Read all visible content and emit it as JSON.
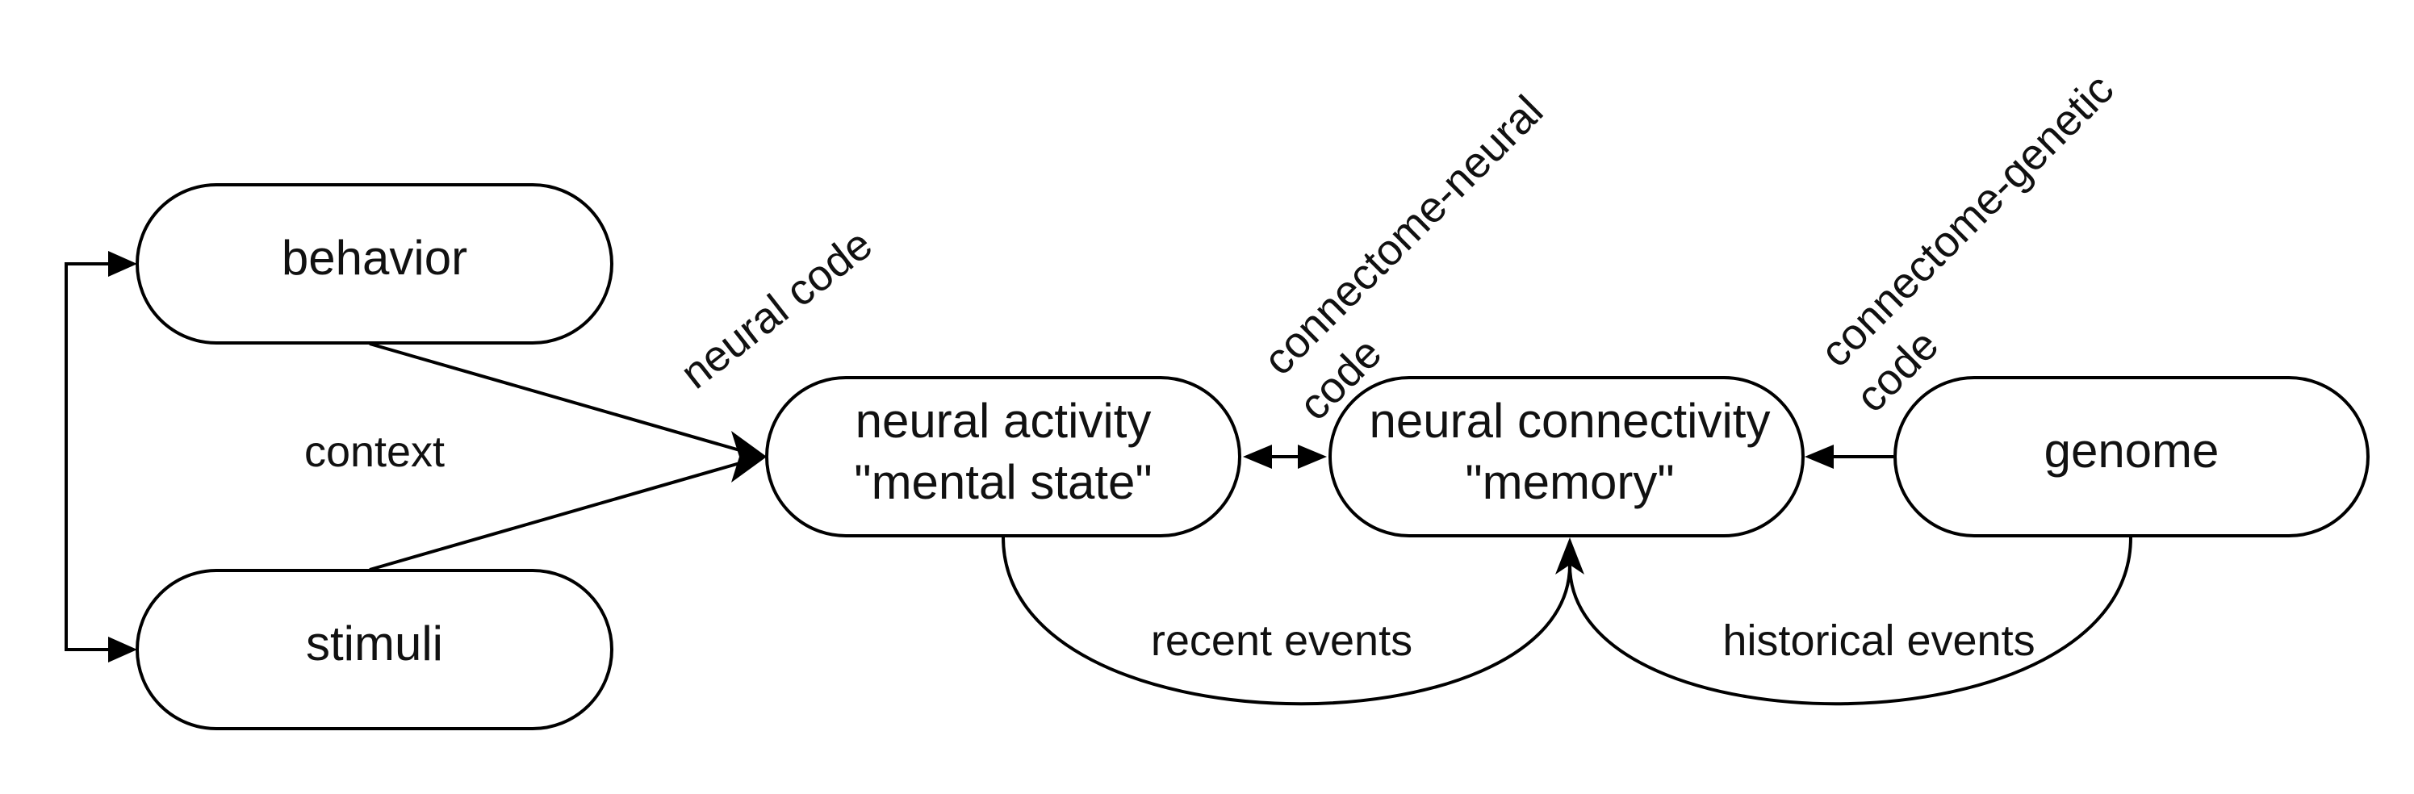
{
  "nodes": {
    "behavior": {
      "label": "behavior"
    },
    "stimuli": {
      "label": "stimuli"
    },
    "neural_activity": {
      "line1": "neural activity",
      "line2": "\"mental state\""
    },
    "neural_connectivity": {
      "line1": "neural connectivity",
      "line2": "\"memory\""
    },
    "genome": {
      "label": "genome"
    }
  },
  "edges": {
    "context": "context",
    "neural_code": "neural code",
    "connectome_neural": {
      "line1": "connectome-neural",
      "line2": "code"
    },
    "connectome_genetic": {
      "line1": "connectome-genetic",
      "line2": "code"
    },
    "recent_events": "recent events",
    "historical_events": "historical events"
  },
  "colors": {
    "stroke": "#000000",
    "fill": "#ffffff",
    "text": "#111111"
  }
}
